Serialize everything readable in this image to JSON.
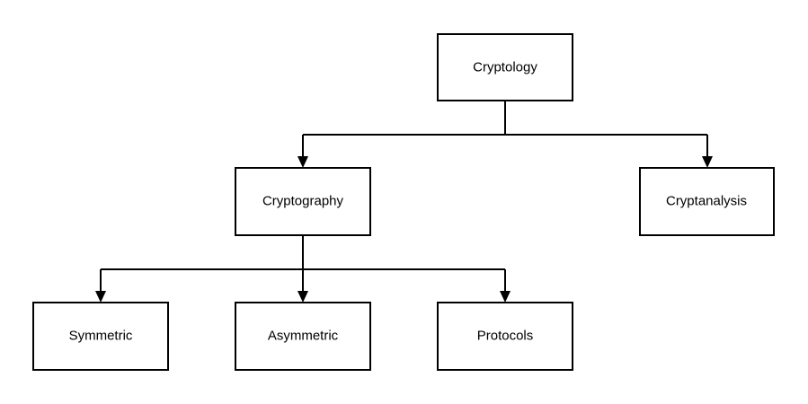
{
  "diagram": {
    "nodes": {
      "cryptology": {
        "label": "Cryptology"
      },
      "cryptography": {
        "label": "Cryptography"
      },
      "cryptanalysis": {
        "label": "Cryptanalysis"
      },
      "symmetric": {
        "label": "Symmetric"
      },
      "asymmetric": {
        "label": "Asymmetric"
      },
      "protocols": {
        "label": "Protocols"
      }
    },
    "edges": [
      {
        "from": "cryptology",
        "to": "cryptography"
      },
      {
        "from": "cryptology",
        "to": "cryptanalysis"
      },
      {
        "from": "cryptography",
        "to": "symmetric"
      },
      {
        "from": "cryptography",
        "to": "asymmetric"
      },
      {
        "from": "cryptography",
        "to": "protocols"
      }
    ],
    "colors": {
      "stroke": "#000000",
      "fill": "#ffffff",
      "text": "#000000"
    }
  }
}
